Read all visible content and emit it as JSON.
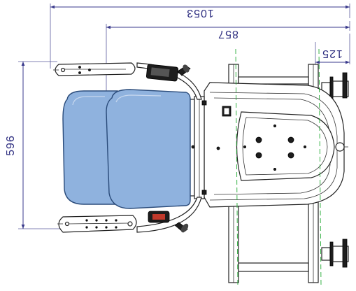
{
  "dimensions": {
    "overall_length": "1053",
    "seat_length": "857",
    "offset": "125",
    "overall_width": "596"
  },
  "colors": {
    "dimension": "#2e2e80",
    "cushion": "#8fb2de",
    "center_line": "#22aa33"
  }
}
